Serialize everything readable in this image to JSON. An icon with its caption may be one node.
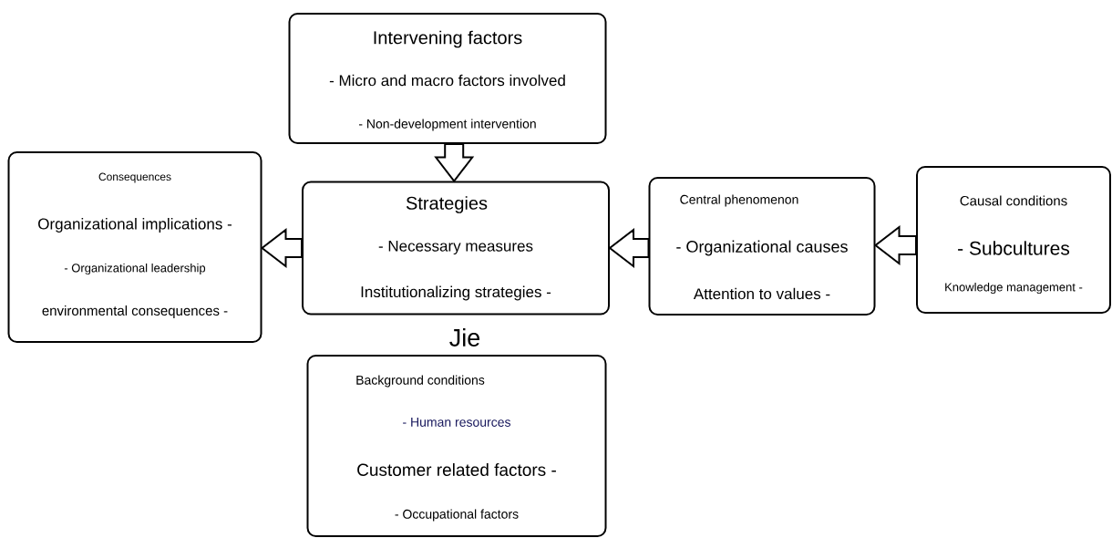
{
  "diagram": {
    "nodes": [
      {
        "text": [
          "Intervening factors",
          "- Micro and macro factors involved",
          "- Non-development intervention"
        ]
      },
      {
        "text": [
          "Consequences",
          "Organizational implications -",
          "- Organizational leadership",
          "environmental consequences -"
        ]
      },
      {
        "text": [
          "Strategies",
          "- Necessary measures",
          "Institutionalizing strategies -"
        ]
      },
      {
        "text": [
          "Central phenomenon",
          "- Organizational causes",
          "Attention to values -"
        ]
      },
      {
        "text": [
          "Causal conditions",
          "- Subcultures",
          "Knowledge management -"
        ]
      },
      {
        "text": [
          "Background conditions",
          "- Human resources",
          "Customer related factors -",
          "- Occupational factors"
        ]
      }
    ],
    "edges": [
      {
        "from": 0,
        "to": 2,
        "arrow": "to"
      },
      {
        "from": 2,
        "to": 1,
        "arrow": "to"
      },
      {
        "from": 3,
        "to": 2,
        "arrow": "to"
      },
      {
        "from": 4,
        "to": 3,
        "arrow": "to"
      }
    ],
    "labels": [
      "Jie"
    ]
  }
}
